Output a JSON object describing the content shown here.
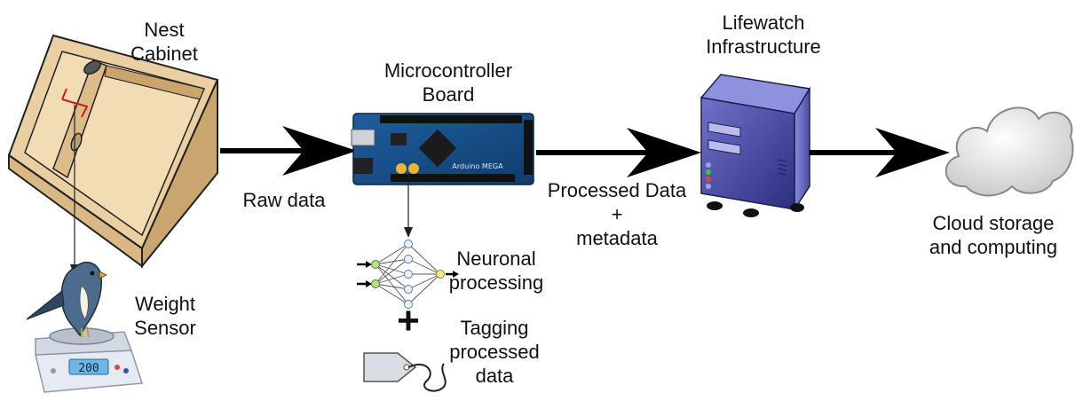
{
  "labels": {
    "nest_cabinet": [
      "Nest",
      "Cabinet"
    ],
    "weight_sensor": [
      "Weight",
      "Sensor"
    ],
    "raw_data": "Raw data",
    "microcontroller": [
      "Microcontroller",
      "Board"
    ],
    "neuronal": [
      "Neuronal",
      "processing"
    ],
    "plus_sign": "+",
    "tagging": [
      "Tagging",
      "processed",
      "data"
    ],
    "processed_data": [
      "Processed Data",
      "+",
      "metadata"
    ],
    "lifewatch": [
      "Lifewatch",
      "Infrastructure"
    ],
    "cloud": [
      "Cloud storage",
      "and computing"
    ]
  },
  "board": {
    "brand_text": "Arduino MEGA"
  },
  "scale": {
    "display_text": "200"
  }
}
